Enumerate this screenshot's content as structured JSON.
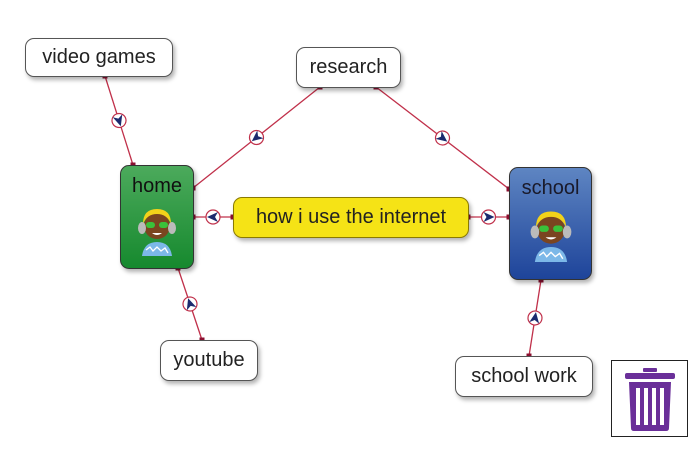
{
  "map": {
    "center": "how i use the internet",
    "nodes": {
      "video_games": "video games",
      "research": "research",
      "home": "home",
      "school": "school",
      "youtube": "youtube",
      "school_work": "school work"
    }
  },
  "colors": {
    "link": "#c0304a",
    "arrow": "#1c2a6e",
    "center": "#f5e316",
    "home": "#2e9a44",
    "school": "#2f56a8",
    "trash": "#6a2f99"
  },
  "icons": {
    "trash": "trash-icon",
    "avatar": "avatar-icon",
    "arrow": "link-arrow-icon"
  }
}
